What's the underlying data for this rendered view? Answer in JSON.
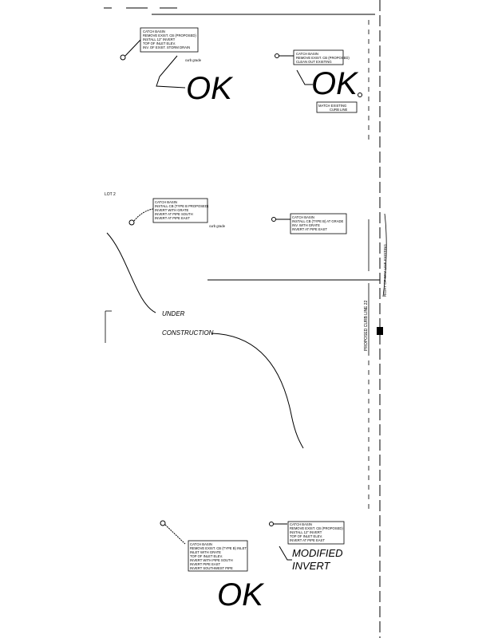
{
  "annotations": {
    "ok_1": "OK",
    "ok_2": "OK",
    "ok_3": "OK",
    "under": "UNDER",
    "construction": "CONSTRUCTION",
    "modified_1": "MODIFIED",
    "modified_2": "INVERT",
    "lot": "LOT 2"
  },
  "callouts": [
    {
      "lines": [
        "CATCH BASIN",
        "REMOVE EXIST. CB (PROPOSED)",
        "INSTALL 12\" INVERT",
        "TOP OF INLET ELEV.",
        "INV. OF EXIST. STORM DRAIN"
      ]
    },
    {
      "lines": [
        "CATCH BASIN",
        "REMOVE EXIST. CB (PROPOSED)",
        "CLEAN OUT EXISTING"
      ]
    },
    {
      "lines": [
        "MATCH EXISTING",
        "CURB LINE"
      ]
    },
    {
      "lines": [
        "CATCH BASIN",
        "INSTALL CB (TYPE B PROPOSED)",
        "INVERT WITH GRATE",
        "INVERT AT PIPE SOUTH",
        "INVERT AT PIPE EAST"
      ]
    },
    {
      "lines": [
        "CATCH BASIN",
        "INSTALL CB (TYPE B) AT GRADE",
        "INV. WITH GRATE",
        "INVERT AT PIPE EAST"
      ]
    },
    {
      "lines": [
        "CATCH BASIN",
        "REMOVE EXIST. CB (TYPE B) INLET",
        "INLET WITH GRATE",
        "TOP OF INLET ELEV.",
        "INVERT WITH PIPE SOUTH",
        "INVERT PIPE EAST",
        "INVERT SOUTHWEST PIPE"
      ]
    },
    {
      "lines": [
        "CATCH BASIN",
        "REMOVE EXIST. CB (PROPOSED)",
        "INSTALL 12\" INVERT",
        "TOP OF INLET ELEV.",
        "INVERT AT PIPE EAST"
      ]
    }
  ],
  "small_labels": {
    "a": "curb grade",
    "b": "curb grade",
    "curb_line": "PROPOSED CURB LINE 22",
    "row": "RIGHT OF WAY LINE EXISTING"
  }
}
